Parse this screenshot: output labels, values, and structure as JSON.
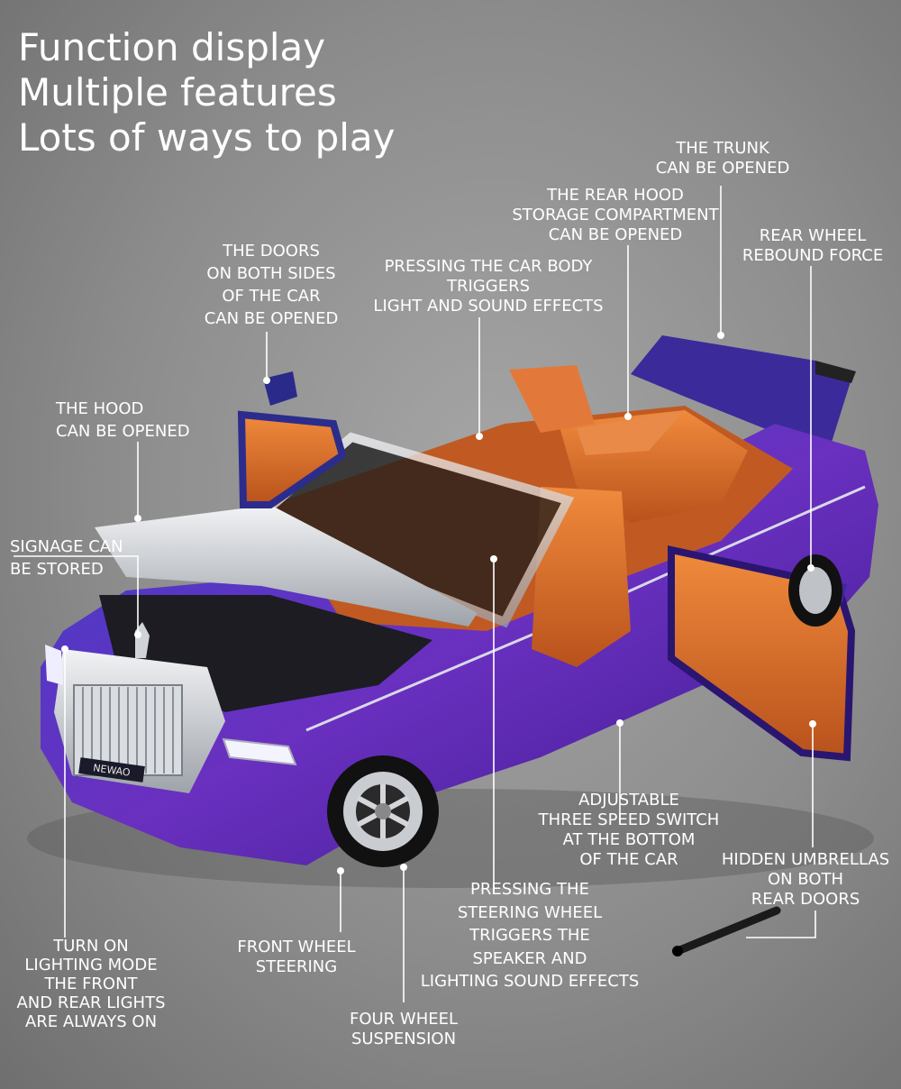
{
  "headline": [
    "Function display",
    "Multiple features",
    "Lots of ways to play"
  ],
  "features": [
    {
      "id": "trunk",
      "lines": [
        "THE TRUNK",
        "CAN BE OPENED"
      ]
    },
    {
      "id": "rear-hood",
      "lines": [
        "THE REAR HOOD",
        "STORAGE COMPARTMENT",
        "CAN BE OPENED"
      ]
    },
    {
      "id": "rear-wheel",
      "lines": [
        "REAR WHEEL",
        "REBOUND FORCE"
      ]
    },
    {
      "id": "doors",
      "lines": [
        "THE DOORS",
        "ON BOTH SIDES",
        "OF THE CAR",
        "CAN BE OPENED"
      ]
    },
    {
      "id": "car-body",
      "lines": [
        "PRESSING THE CAR BODY",
        "TRIGGERS",
        "LIGHT AND SOUND EFFECTS"
      ]
    },
    {
      "id": "hood",
      "lines": [
        "THE HOOD",
        "CAN BE OPENED"
      ]
    },
    {
      "id": "signage",
      "lines": [
        "SIGNAGE CAN",
        "BE STORED"
      ]
    },
    {
      "id": "speed-switch",
      "lines": [
        "ADJUSTABLE",
        "THREE SPEED SWITCH",
        "AT THE BOTTOM",
        "OF THE CAR"
      ]
    },
    {
      "id": "umbrellas",
      "lines": [
        "HIDDEN UMBRELLAS",
        "ON BOTH",
        "REAR DOORS"
      ]
    },
    {
      "id": "steering-wheel",
      "lines": [
        "PRESSING THE",
        "STEERING WHEEL",
        "TRIGGERS THE",
        "SPEAKER AND",
        "LIGHTING SOUND EFFECTS"
      ]
    },
    {
      "id": "lighting",
      "lines": [
        "TURN ON",
        "LIGHTING MODE",
        "THE FRONT",
        "AND REAR LIGHTS",
        "ARE ALWAYS ON"
      ]
    },
    {
      "id": "front-wheel",
      "lines": [
        "FRONT WHEEL",
        "STEERING"
      ]
    },
    {
      "id": "suspension",
      "lines": [
        "FOUR WHEEL",
        "SUSPENSION"
      ]
    }
  ],
  "brand_plate": "NEWAO",
  "colors": {
    "body": "#5a2fb8",
    "body_dark": "#2a1670",
    "interior": "#d86a2a",
    "chrome": "#cfd2d6",
    "text": "#ffffff"
  }
}
